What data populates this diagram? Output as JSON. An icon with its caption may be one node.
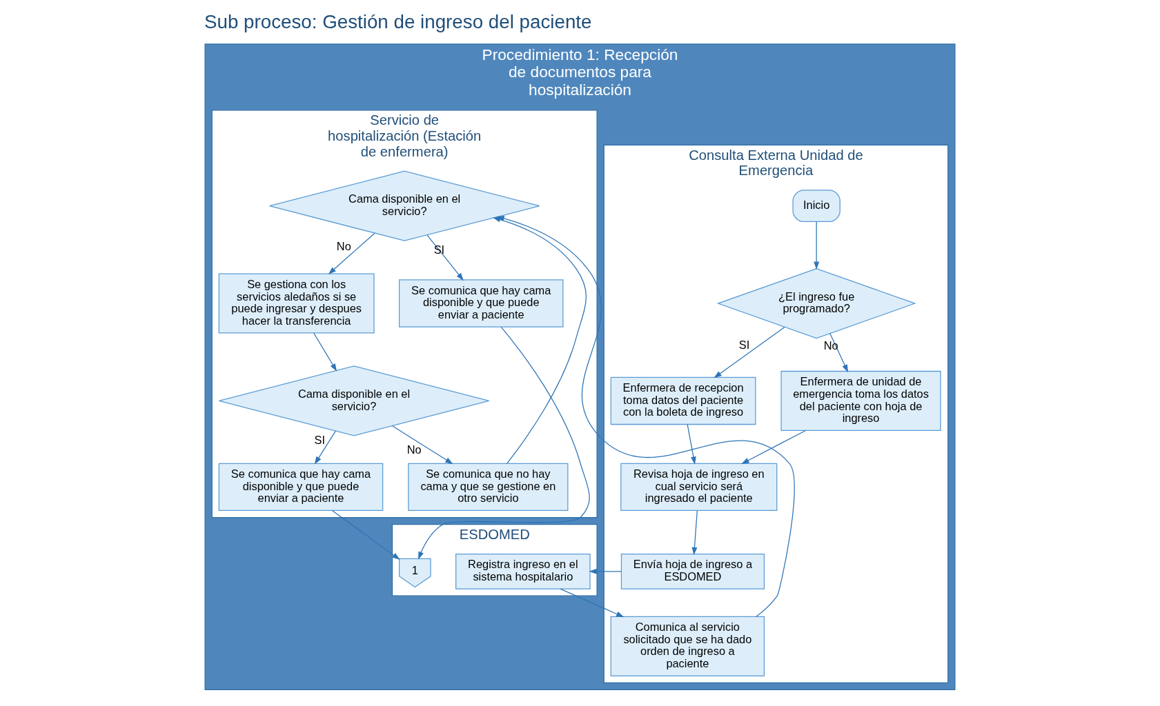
{
  "diagram": {
    "title": "Sub proceso: Gestión de ingreso del paciente",
    "nodes": [
      {
        "text": [
          "Procedimiento 1: Recepción de documentos para hospitalización"
        ]
      },
      {
        "text": [
          "Consulta Externa Unidad de Emergencia"
        ],
        "in": 0
      },
      {
        "text": [
          "ESDOMED"
        ],
        "in": 0
      },
      {
        "text": [
          "Servicio de hospitalización (Estación de enfermera)"
        ],
        "in": 0
      },
      {
        "text": [
          "Inicio"
        ],
        "in": 1
      },
      {
        "text": [
          "¿El ingreso fue programado?"
        ],
        "in": 1
      },
      {
        "text": [
          "Enfermera de recepcion toma datos del paciente con la boleta de ingreso"
        ],
        "in": 1
      },
      {
        "text": [
          "Enfermera de unidad de emergencia toma los datos del paciente con hoja de ingreso"
        ],
        "in": 1
      },
      {
        "text": [
          "Revisa hoja de ingreso en cual servicio será ingresado el paciente"
        ],
        "in": 1
      },
      {
        "text": [
          "Envía hoja de ingreso a ESDOMED"
        ],
        "in": 1
      },
      {
        "text": [
          "Registra ingreso en el sistema hospitalario"
        ],
        "in": 2
      },
      {
        "text": [
          "Comunica al servicio solicitado que se ha dado orden de ingreso a paciente"
        ],
        "in": 1
      },
      {
        "text": [
          "Cama disponible en el servicio?"
        ],
        "in": 3
      },
      {
        "text": [
          "Se comunica que hay cama disponible y que puede enviar a paciente"
        ],
        "in": 3
      },
      {
        "text": [
          "Se gestiona con los servicios aledaños si se puede ingresar y despues hacer la transferencia"
        ],
        "in": 3
      },
      {
        "text": [
          "Cama disponible en el servicio?"
        ],
        "in": 3
      },
      {
        "text": [
          "Se comunica que hay cama disponible y que puede enviar a paciente"
        ],
        "in": 3
      },
      {
        "text": [
          "Se comunica que no hay cama y que se gestione en otro servicio"
        ],
        "in": 3
      },
      {
        "text": [
          "1"
        ],
        "in": 2
      }
    ],
    "edges": [
      {
        "from": 4,
        "to": 5,
        "arrow": "to"
      },
      {
        "from": 5,
        "to": 6,
        "arrow": "to",
        "label": "SI"
      },
      {
        "from": 5,
        "to": 7,
        "arrow": "to",
        "label": "No"
      },
      {
        "from": 6,
        "to": 8,
        "arrow": "to"
      },
      {
        "from": 7,
        "to": 8,
        "arrow": "to"
      },
      {
        "from": 8,
        "to": 9,
        "arrow": "to"
      },
      {
        "from": 9,
        "to": 10,
        "arrow": "to"
      },
      {
        "from": 10,
        "to": 11,
        "arrow": "to"
      },
      {
        "from": 11,
        "to": 12,
        "arrow": "to"
      },
      {
        "from": 12,
        "to": 13,
        "arrow": "to",
        "label": "SI"
      },
      {
        "from": 12,
        "to": 14,
        "arrow": "to",
        "label": "No"
      },
      {
        "from": 14,
        "to": 15,
        "arrow": "to"
      },
      {
        "from": 15,
        "to": 16,
        "arrow": "to",
        "label": "SI"
      },
      {
        "from": 15,
        "to": 17,
        "arrow": "to",
        "label": "No"
      },
      {
        "from": 17,
        "to": 12,
        "arrow": "to"
      },
      {
        "from": 13,
        "to": 18,
        "arrow": "to"
      },
      {
        "from": 16,
        "to": 18,
        "arrow": "to"
      }
    ]
  }
}
